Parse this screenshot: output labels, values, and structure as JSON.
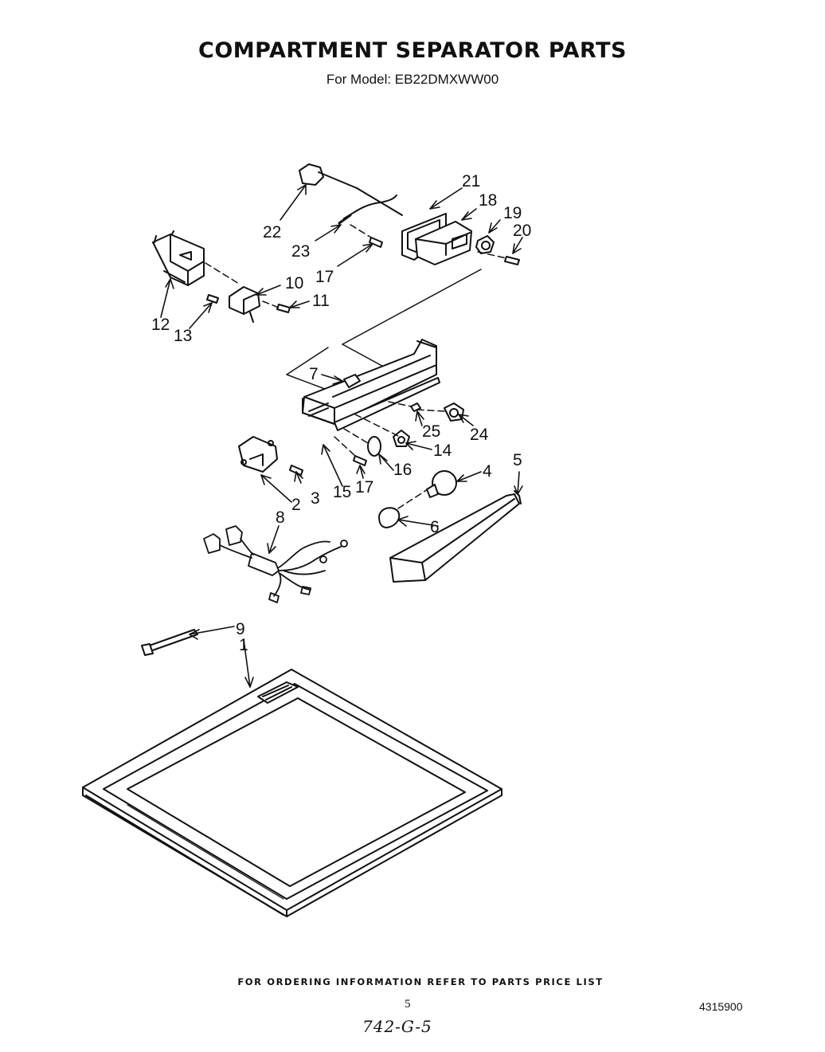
{
  "title": "COMPARTMENT SEPARATOR PARTS",
  "subtitle": "For Model: EB22DMXWW00",
  "footer_note": "FOR ORDERING INFORMATION REFER TO PARTS PRICE LIST",
  "page_number": "5",
  "document_number": "4315900",
  "handwritten_note": "742-G-5",
  "part_labels": [
    "1",
    "2",
    "3",
    "4",
    "5",
    "6",
    "7",
    "8",
    "9",
    "10",
    "11",
    "12",
    "13",
    "14",
    "15",
    "16",
    "17",
    "17",
    "18",
    "19",
    "20",
    "21",
    "22",
    "23",
    "24",
    "25"
  ]
}
